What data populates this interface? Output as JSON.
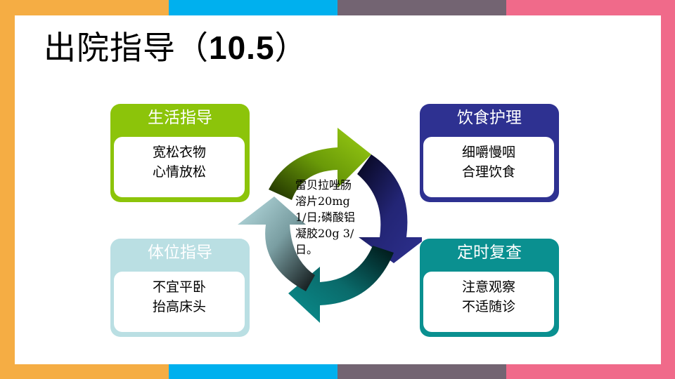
{
  "slide": {
    "title_prefix": "出院指导（",
    "title_number": "10.5",
    "title_suffix": "）",
    "colors": {
      "orange": "#F5AD44",
      "blue": "#00B0EE",
      "mauve": "#736472",
      "pink": "#F06A8A",
      "green": "#8CC40A",
      "navy": "#2E3191",
      "lightblue": "#BADFE3",
      "teal": "#0A9090"
    }
  },
  "cards": [
    {
      "title": "生活指导",
      "lines": [
        "宽松衣物",
        "心情放松"
      ]
    },
    {
      "title": "饮食护理",
      "lines": [
        "细嚼慢咽",
        "合理饮食"
      ]
    },
    {
      "title": "体位指导",
      "lines": [
        "不宜平卧",
        "抬高床头"
      ]
    },
    {
      "title": "定时复查",
      "lines": [
        "注意观察",
        "不适随诊"
      ]
    }
  ],
  "center": {
    "text": "雷贝拉唑肠溶片20mg 1/日;磷酸铝凝胶20g 3/日。",
    "lines": [
      "雷贝拉唑肠",
      "溶片20mg",
      "1/日;磷酸铝",
      "凝胶20g 3/",
      "日。"
    ]
  }
}
